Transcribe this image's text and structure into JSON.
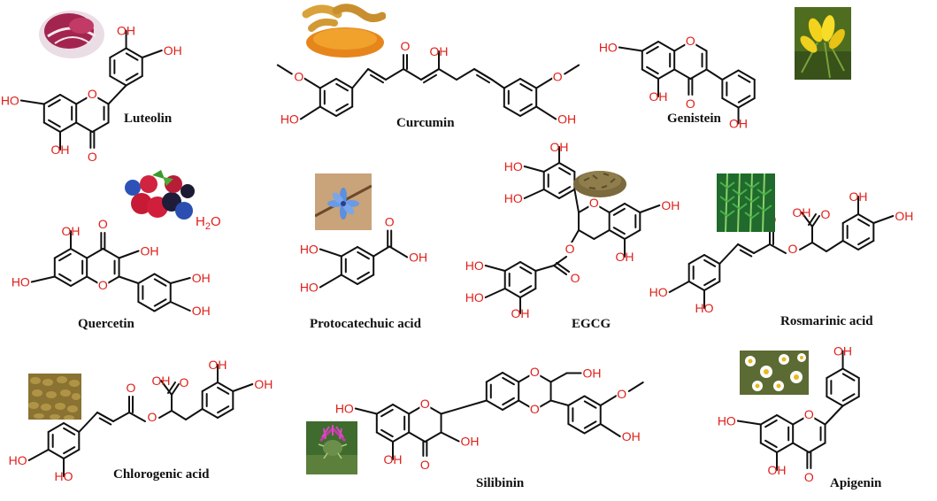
{
  "compounds": [
    {
      "key": "luteolin",
      "name": "Luteolin"
    },
    {
      "key": "curcumin",
      "name": "Curcumin"
    },
    {
      "key": "genistein",
      "name": "Genistein"
    },
    {
      "key": "quercetin",
      "name": "Quercetin"
    },
    {
      "key": "protocatechuic",
      "name": "Protocatechuic acid"
    },
    {
      "key": "egcg",
      "name": "EGCG"
    },
    {
      "key": "rosmarinic",
      "name": "Rosmarinic acid"
    },
    {
      "key": "chlorogenic",
      "name": "Chlorogenic acid"
    },
    {
      "key": "silibinin",
      "name": "Silibinin"
    },
    {
      "key": "apigenin",
      "name": "Apigenin"
    }
  ],
  "water_label": {
    "main": "H",
    "sub": "2",
    "tail": "O"
  },
  "atom_labels": {
    "hydroxyl": "OH",
    "hydroxyl_left": "HO",
    "oxygen": "O"
  },
  "colors": {
    "heteroatom": "#e0201a",
    "bond": "#111111",
    "background": "#ffffff"
  },
  "source_photos": [
    {
      "compound": "Luteolin",
      "subject": "radicchio"
    },
    {
      "compound": "Curcumin",
      "subject": "turmeric"
    },
    {
      "compound": "Genistein",
      "subject": "yellow flowers"
    },
    {
      "compound": "Quercetin",
      "subject": "mixed berries"
    },
    {
      "compound": "Protocatechuic acid",
      "subject": "chicory flower"
    },
    {
      "compound": "EGCG",
      "subject": "tea leaves"
    },
    {
      "compound": "Rosmarinic acid",
      "subject": "rosemary"
    },
    {
      "compound": "Chlorogenic acid",
      "subject": "coffee beans"
    },
    {
      "compound": "Silibinin",
      "subject": "milk thistle"
    },
    {
      "compound": "Apigenin",
      "subject": "chamomile"
    }
  ]
}
